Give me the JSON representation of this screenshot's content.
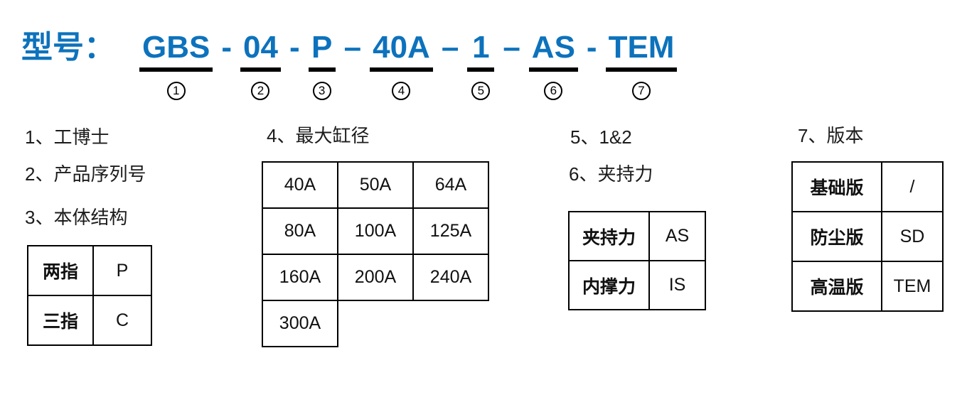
{
  "colors": {
    "accent_blue": "#0d72bc",
    "line_black": "#000000"
  },
  "model_code": {
    "prefix": "型号：",
    "segments": [
      {
        "text": "GBS",
        "num": "1"
      },
      {
        "text": "04",
        "num": "2"
      },
      {
        "text": "P",
        "num": "3"
      },
      {
        "text": "40A",
        "num": "4"
      },
      {
        "text": "1",
        "num": "5"
      },
      {
        "text": "AS",
        "num": "6"
      },
      {
        "text": "TEM",
        "num": "7"
      }
    ],
    "separators": [
      "-",
      "-",
      "–",
      "–",
      "–",
      "-"
    ]
  },
  "sections": {
    "s1": {
      "label": "1、工博士"
    },
    "s2": {
      "label": "2、产品序列号"
    },
    "s3": {
      "label": "3、本体结构",
      "table": [
        [
          "两指",
          "P"
        ],
        [
          "三指",
          "C"
        ]
      ]
    },
    "s4": {
      "label": "4、最大缸径",
      "table": [
        [
          "40A",
          "50A",
          "64A"
        ],
        [
          "80A",
          "100A",
          "125A"
        ],
        [
          "160A",
          "200A",
          "240A"
        ],
        [
          "300A"
        ]
      ]
    },
    "s5": {
      "label": "5、1&2"
    },
    "s6": {
      "label": "6、夹持力",
      "table": [
        [
          "夹持力",
          "AS"
        ],
        [
          "内撑力",
          "IS"
        ]
      ]
    },
    "s7": {
      "label": "7、版本",
      "table": [
        [
          "基础版",
          "/"
        ],
        [
          "防尘版",
          "SD"
        ],
        [
          "高温版",
          "TEM"
        ]
      ]
    }
  }
}
